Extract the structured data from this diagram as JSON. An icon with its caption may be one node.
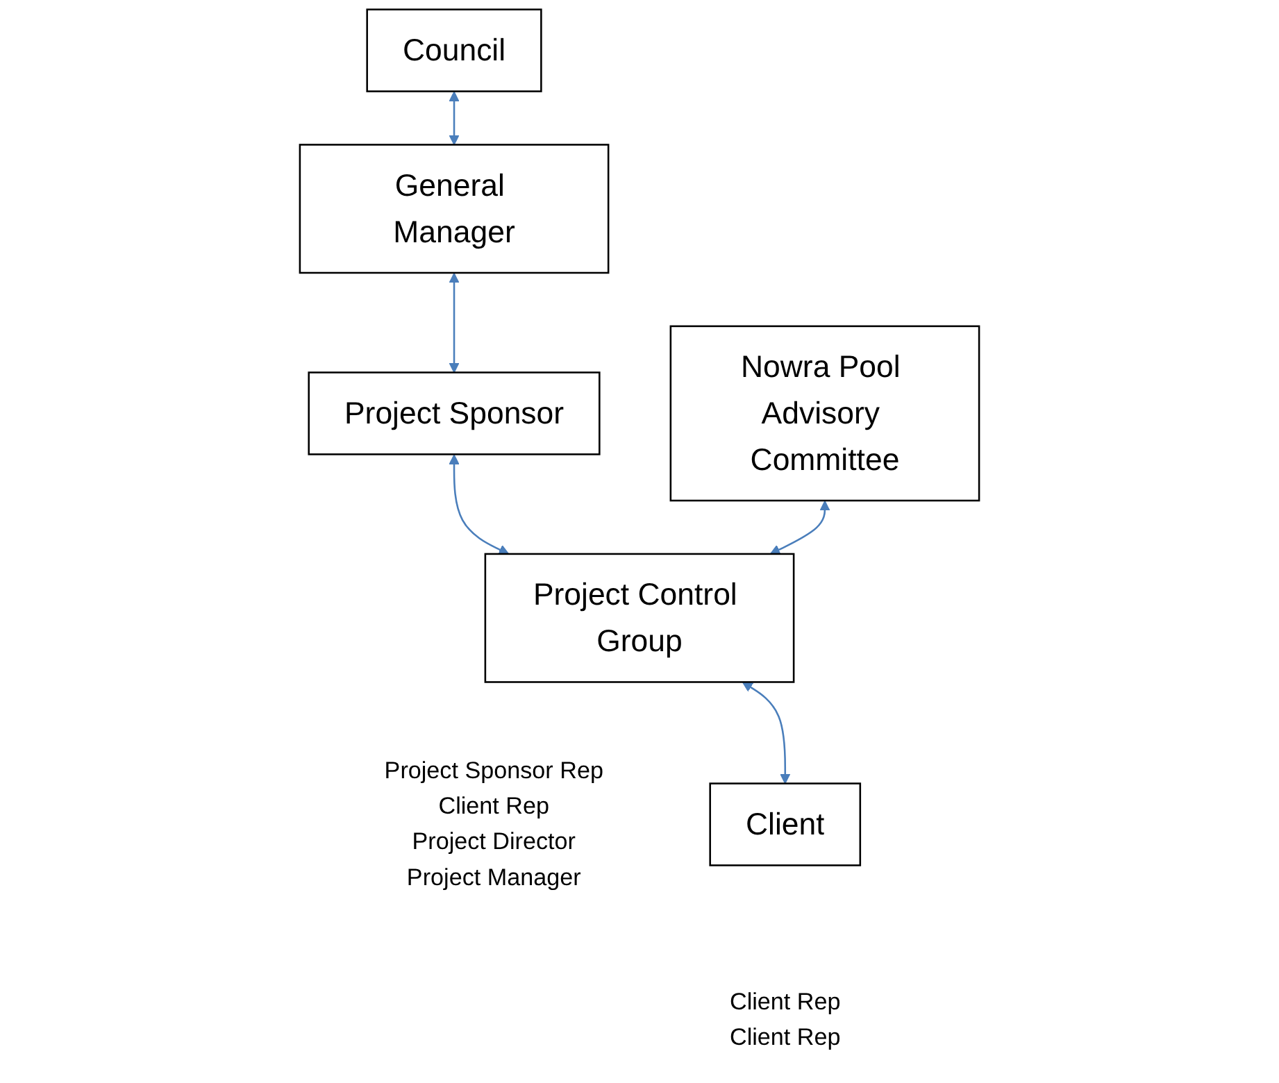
{
  "diagram": {
    "nodes": [
      {
        "text": [
          "Council"
        ]
      },
      {
        "text": [
          "General Manager"
        ]
      },
      {
        "text": [
          "Project Sponsor"
        ]
      },
      {
        "text": [
          "Nowra Pool Advisory Committee"
        ]
      },
      {
        "text": [
          "Project Control Group"
        ],
        "beside": [
          "Project Sponsor Rep",
          "Client Rep",
          "Project Director",
          "Project Manager"
        ]
      },
      {
        "text": [
          "Client"
        ],
        "beside": [
          "Client Rep",
          "Client Rep"
        ]
      }
    ],
    "edges": [
      {
        "from": 0,
        "to": 1,
        "arrow": "both"
      },
      {
        "from": 1,
        "to": 2,
        "arrow": "both"
      },
      {
        "from": 2,
        "to": 4,
        "arrow": "both"
      },
      {
        "from": 3,
        "to": 4,
        "arrow": "both"
      },
      {
        "from": 4,
        "to": 5,
        "arrow": "both"
      }
    ]
  }
}
